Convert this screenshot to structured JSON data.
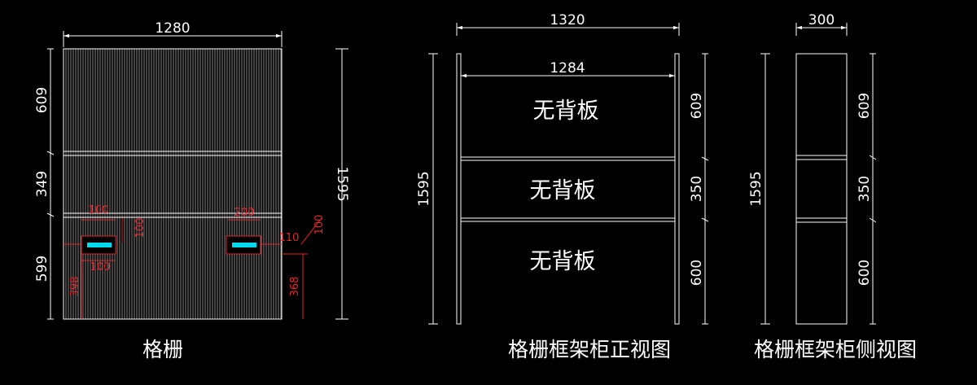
{
  "grille": {
    "dim_width": "1280",
    "dim_height": "1595",
    "seg_top": "609",
    "seg_mid": "349",
    "seg_bot": "599",
    "caption": "格栅",
    "left_box": {
      "top_dim": "100",
      "side_dim": "100",
      "inner_dim": "100",
      "vert_dim": "398"
    },
    "right_box": {
      "top_dim": "200",
      "side_dim": "110",
      "right_dim": "100",
      "vert_dim": "368"
    },
    "accent_color": "#00d8f0",
    "dim_color": "#e8252a"
  },
  "front": {
    "dim_width": "1320",
    "dim_inner": "1284",
    "dim_height": "1595",
    "seg_top": "609",
    "seg_mid": "350",
    "seg_bot": "600",
    "panel_label": "无背板",
    "caption": "格栅框架柜正视图"
  },
  "side": {
    "dim_width": "300",
    "dim_height": "1595",
    "seg_top": "609",
    "seg_mid": "350",
    "seg_bot": "600",
    "caption": "格栅框架柜侧视图"
  }
}
